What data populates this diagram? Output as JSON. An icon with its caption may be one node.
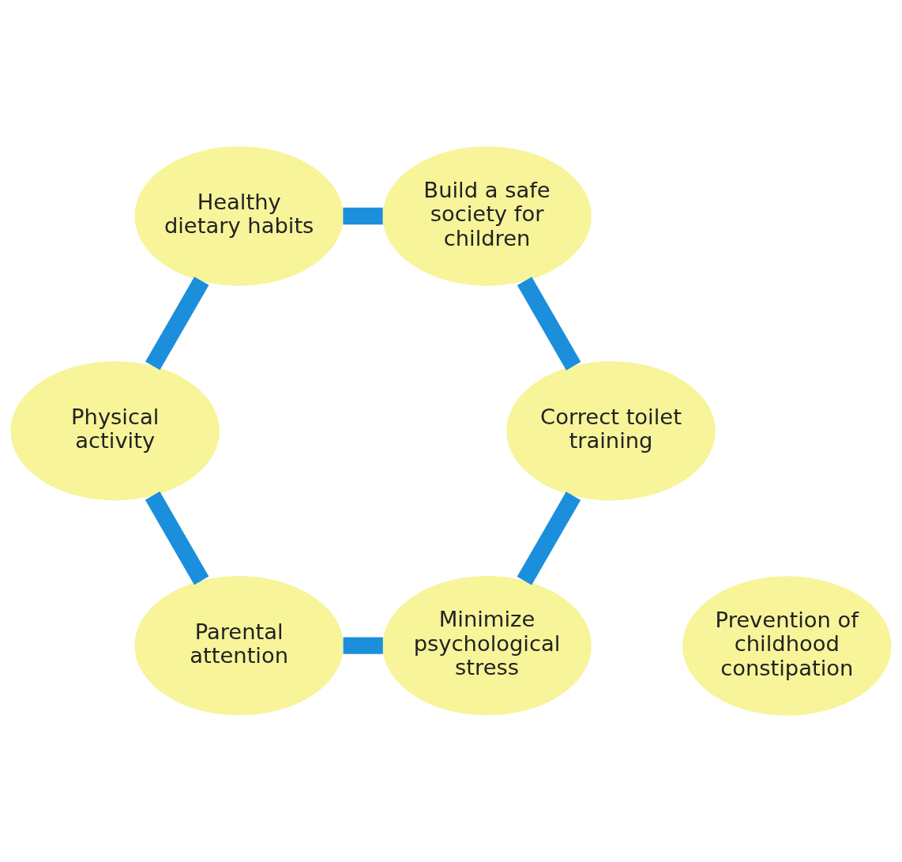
{
  "diagram": {
    "nodes": [
      {
        "text": [
          "Minimize psychological stress"
        ]
      },
      {
        "text": [
          "Correct toilet training"
        ]
      },
      {
        "text": [
          "Parental attention"
        ]
      },
      {
        "text": [
          "Prevention of childhood constipation"
        ]
      },
      {
        "text": [
          "Build a safe society for children"
        ]
      },
      {
        "text": [
          "Physical activity"
        ]
      },
      {
        "text": [
          "Healthy dietary habits"
        ]
      }
    ],
    "edges": [
      {
        "from": 0,
        "to": 2,
        "arrow": "none"
      },
      {
        "from": 2,
        "to": 5,
        "arrow": "none"
      },
      {
        "from": 5,
        "to": 6,
        "arrow": "none"
      },
      {
        "from": 6,
        "to": 4,
        "arrow": "none"
      },
      {
        "from": 4,
        "to": 1,
        "arrow": "none"
      },
      {
        "from": 1,
        "to": 0,
        "arrow": "none"
      }
    ]
  }
}
